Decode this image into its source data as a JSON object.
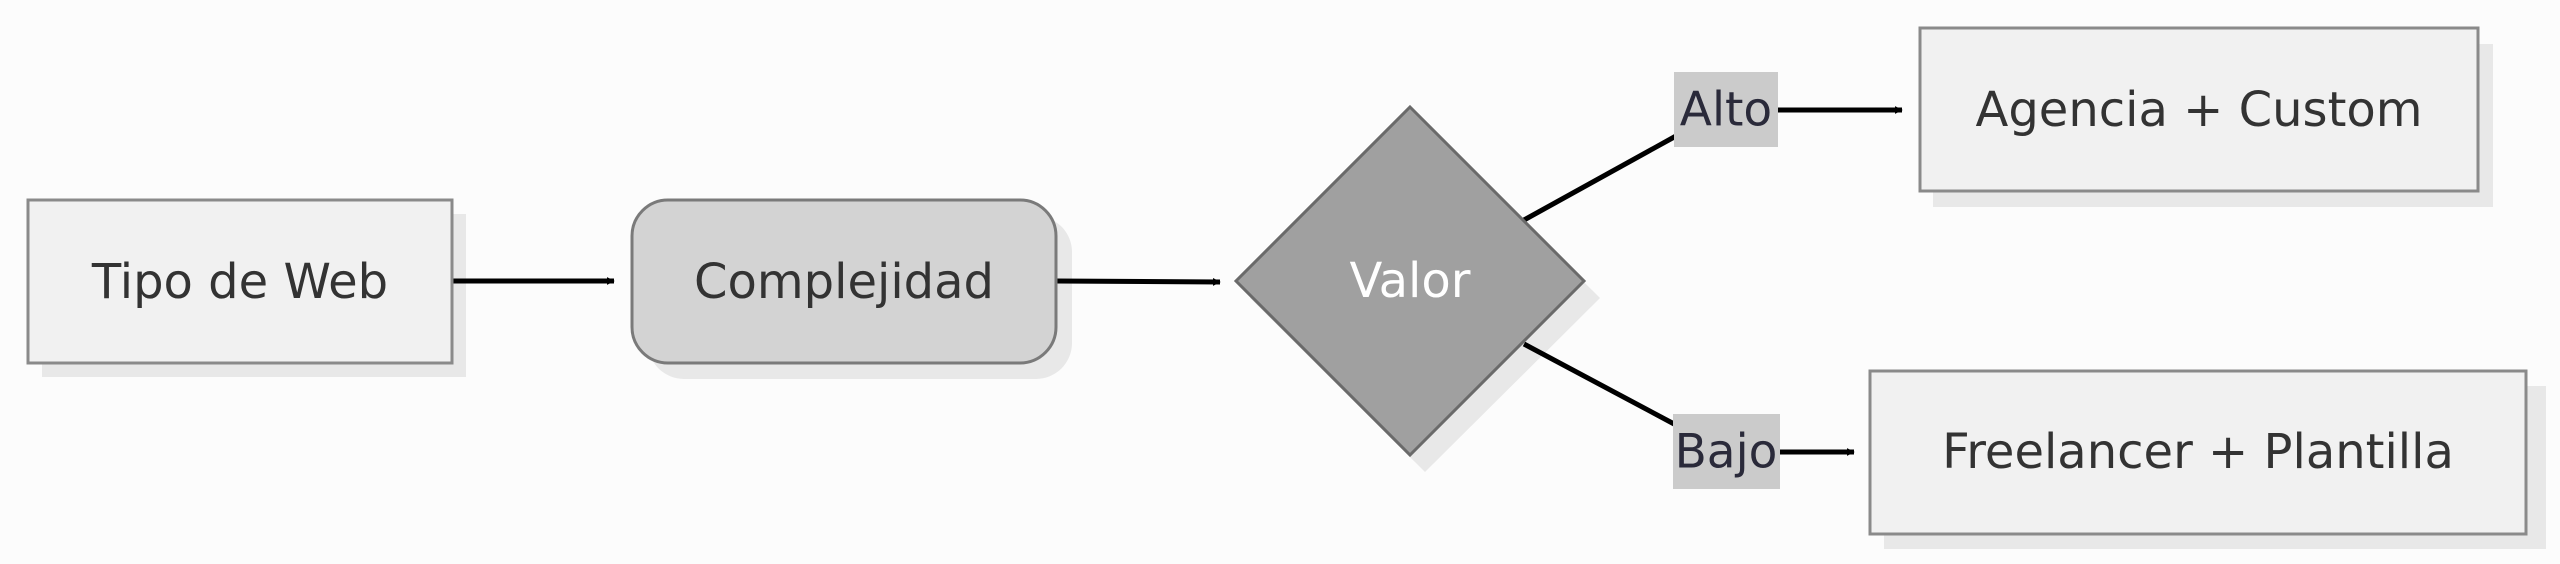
{
  "nodes": {
    "tipo": {
      "label": "Tipo de Web"
    },
    "complejidad": {
      "label": "Complejidad"
    },
    "valor": {
      "label": "Valor"
    },
    "agencia": {
      "label": "Agencia + Custom"
    },
    "freelancer": {
      "label": "Freelancer + Plantilla"
    }
  },
  "edges": {
    "alto": {
      "label": "Alto"
    },
    "bajo": {
      "label": "Bajo"
    }
  },
  "colors": {
    "background": "#fcfcfc",
    "box_fill": "#f1f1f1",
    "box_stroke": "#8a8a8a",
    "rounded_fill": "#d3d3d3",
    "diamond_fill": "#a0a0a0",
    "shadow": "#e8e8e8",
    "edge_label_bg": "#cbcbcb",
    "text_dark": "#333333",
    "text_light": "#ffffff",
    "arrow": "#000000"
  }
}
